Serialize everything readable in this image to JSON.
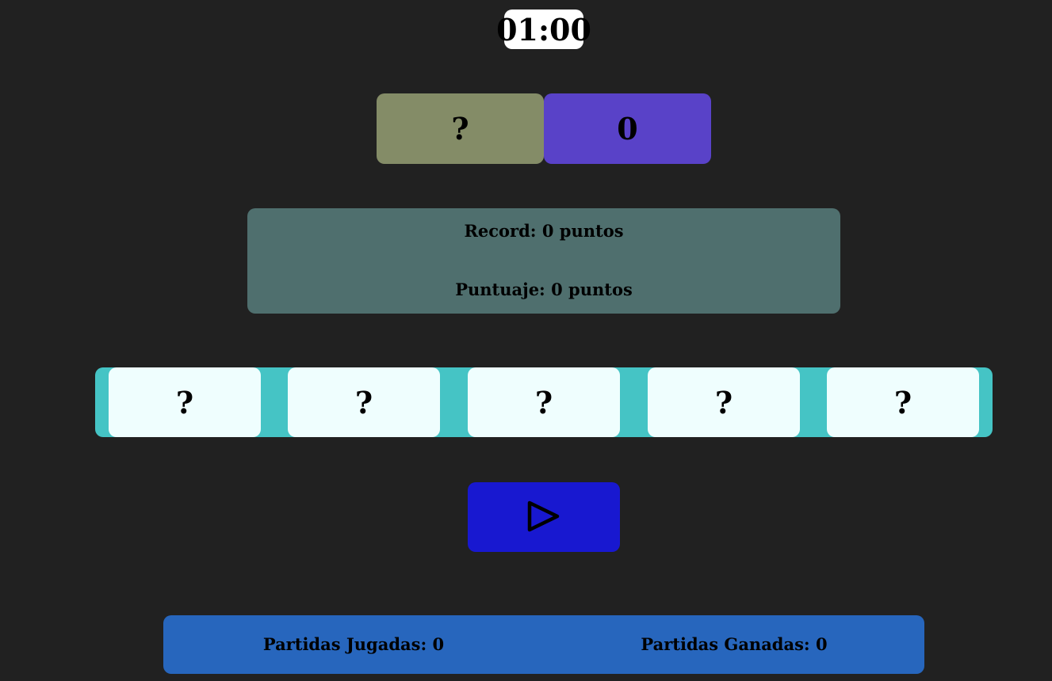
{
  "timer": {
    "value": "01:00"
  },
  "tiles": {
    "left": "?",
    "right": "0"
  },
  "score": {
    "record": "Record: 0 puntos",
    "puntaje": "Puntuaje: 0 puntos"
  },
  "cards": [
    "?",
    "?",
    "?",
    "?",
    "?"
  ],
  "play_button": {
    "icon": "play-icon"
  },
  "stats": {
    "jugadas": "Partidas Jugadas: 0",
    "ganadas": "Partidas Ganadas: 0"
  },
  "colors": {
    "background": "#212121",
    "timer_bg": "#ffffff",
    "tile_left": "#848c67",
    "tile_right": "#5942c8",
    "score_box": "#4f6f6e",
    "cards_strip": "#45c4c5",
    "card": "#effefe",
    "play_button": "#1818d0",
    "stats_box": "#2766bd"
  }
}
